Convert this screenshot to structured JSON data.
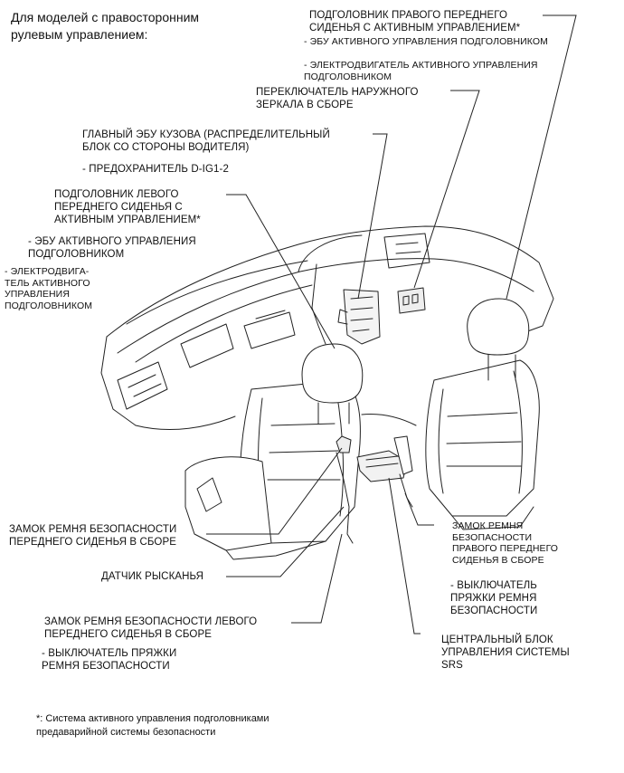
{
  "header": {
    "line1": "Для моделей с правосторонним",
    "line2": "рулевым управлением:"
  },
  "labels": {
    "rh_headrest": {
      "l1": "ПОДГОЛОВНИК ПРАВОГО ПЕРЕДНЕГО",
      "l2": "СИДЕНЬЯ С АКТИВНЫМ УПРАВЛЕНИЕМ*",
      "s1": "- ЭБУ АКТИВНОГО УПРАВЛЕНИЯ ПОДГОЛОВНИКОМ",
      "s2a": "- ЭЛЕКТРОДВИГАТЕЛЬ АКТИВНОГО УПРАВЛЕНИЯ",
      "s2b": "ПОДГОЛОВНИКОМ"
    },
    "mirror_switch": {
      "l1": "ПЕРЕКЛЮЧАТЕЛЬ НАРУЖНОГО",
      "l2": "ЗЕРКАЛА В СБОРЕ"
    },
    "body_ecu": {
      "l1": "ГЛАВНЫЙ ЭБУ КУЗОВА (РАСПРЕДЕЛИТЕЛЬНЫЙ",
      "l2": "БЛОК СО СТОРОНЫ ВОДИТЕЛЯ)",
      "s1": "- ПРЕДОХРАНИТЕЛЬ D-IG1-2"
    },
    "lh_headrest": {
      "l1": "ПОДГОЛОВНИК ЛЕВОГО",
      "l2": "ПЕРЕДНЕГО СИДЕНЬЯ С",
      "l3": "АКТИВНЫМ УПРАВЛЕНИЕМ*",
      "s1a": "- ЭБУ АКТИВНОГО УПРАВЛЕНИЯ",
      "s1b": "ПОДГОЛОВНИКОМ",
      "s2a": "- ЭЛЕКТРОДВИГА-",
      "s2b": "ТЕЛЬ АКТИВНОГО",
      "s2c": "УПРАВЛЕНИЯ",
      "s2d": "ПОДГОЛОВНИКОМ"
    },
    "front_buckle": {
      "l1": "ЗАМОК РЕМНЯ БЕЗОПАСНОСТИ",
      "l2": "ПЕРЕДНЕГО СИДЕНЬЯ В СБОРЕ"
    },
    "yaw_sensor": {
      "l1": "ДАТЧИК РЫСКАНЬЯ"
    },
    "lh_buckle": {
      "l1": "ЗАМОК РЕМНЯ БЕЗОПАСНОСТИ ЛЕВОГО",
      "l2": "ПЕРЕДНЕГО СИДЕНЬЯ В СБОРЕ",
      "s1a": "- ВЫКЛЮЧАТЕЛЬ ПРЯЖКИ",
      "s1b": "РЕМНЯ БЕЗОПАСНОСТИ"
    },
    "rh_buckle": {
      "l1": "ЗАМОК РЕМНЯ",
      "l2": "БЕЗОПАСНОСТИ",
      "l3": "ПРАВОГО ПЕРЕДНЕГО",
      "l4": "СИДЕНЬЯ В СБОРЕ",
      "s1a": "- ВЫКЛЮЧАТЕЛЬ",
      "s1b": "ПРЯЖКИ РЕМНЯ",
      "s1c": "БЕЗОПАСНОСТИ"
    },
    "srs": {
      "l1": "ЦЕНТРАЛЬНЫЙ БЛОК",
      "l2": "УПРАВЛЕНИЯ СИСТЕМЫ",
      "l3": "SRS"
    }
  },
  "footer": {
    "line1": "*: Система активного управления подголовниками",
    "line2": "предаварийной системы безопасности"
  }
}
